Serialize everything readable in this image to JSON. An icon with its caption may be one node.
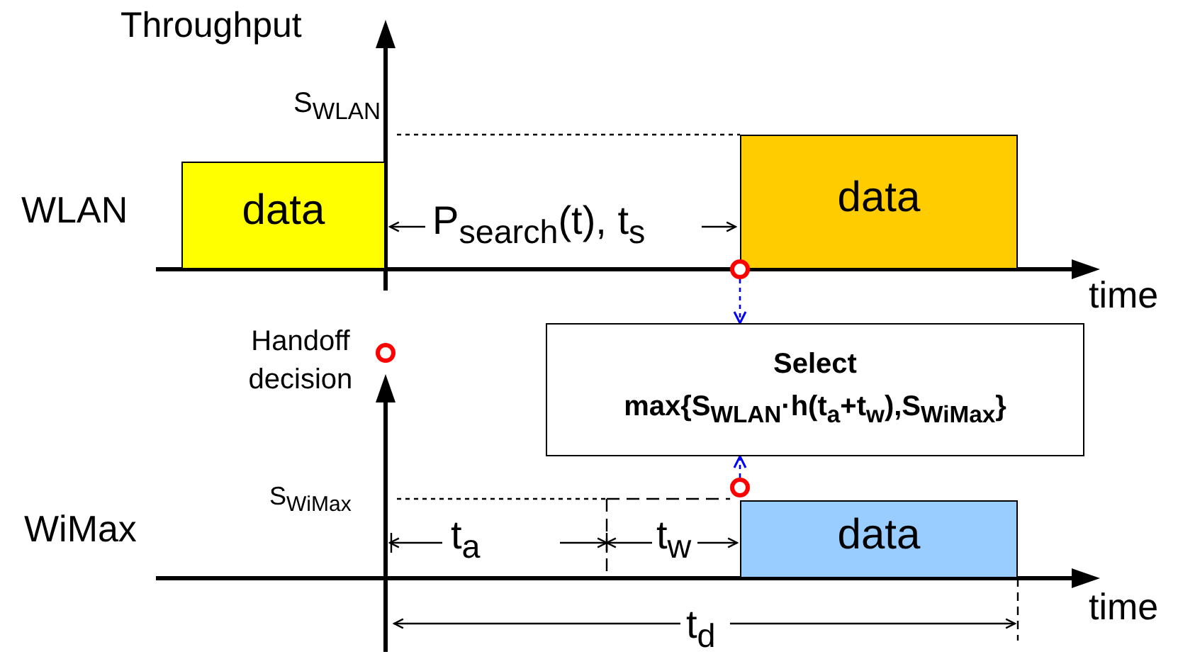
{
  "diagram": {
    "nodes": [
      {
        "text": [
          "data"
        ]
      },
      {
        "text": [
          "data"
        ]
      },
      {
        "text": [],
        "shape": "circle"
      },
      {
        "text": [],
        "shape": "circle",
        "beside": [
          "Handoff decision"
        ]
      },
      {
        "text": [
          "Select",
          "max{S$_{WLAN}$·h(t$_{a}$+t$_{w}$),S$_{WiMax}$}"
        ]
      },
      {
        "text": [],
        "shape": "circle"
      },
      {
        "text": [
          "data"
        ]
      }
    ],
    "edges": [
      {
        "from": 2,
        "to": 4,
        "arrow": "to",
        "style": "dashed",
        "color": "#0000ff"
      },
      {
        "from": 5,
        "to": 4,
        "arrow": "to",
        "style": "dashed",
        "color": "#0000ff"
      }
    ],
    "labels": [
      "Throughput",
      "S$_{WLAN}$",
      "WLAN",
      "P$_{search}$(t), t$_{s}$",
      "time",
      "S$_{WiMax}$",
      "WiMax",
      "t$_{a}$",
      "t$_{w}$",
      "time",
      "t$_{d}$"
    ]
  }
}
